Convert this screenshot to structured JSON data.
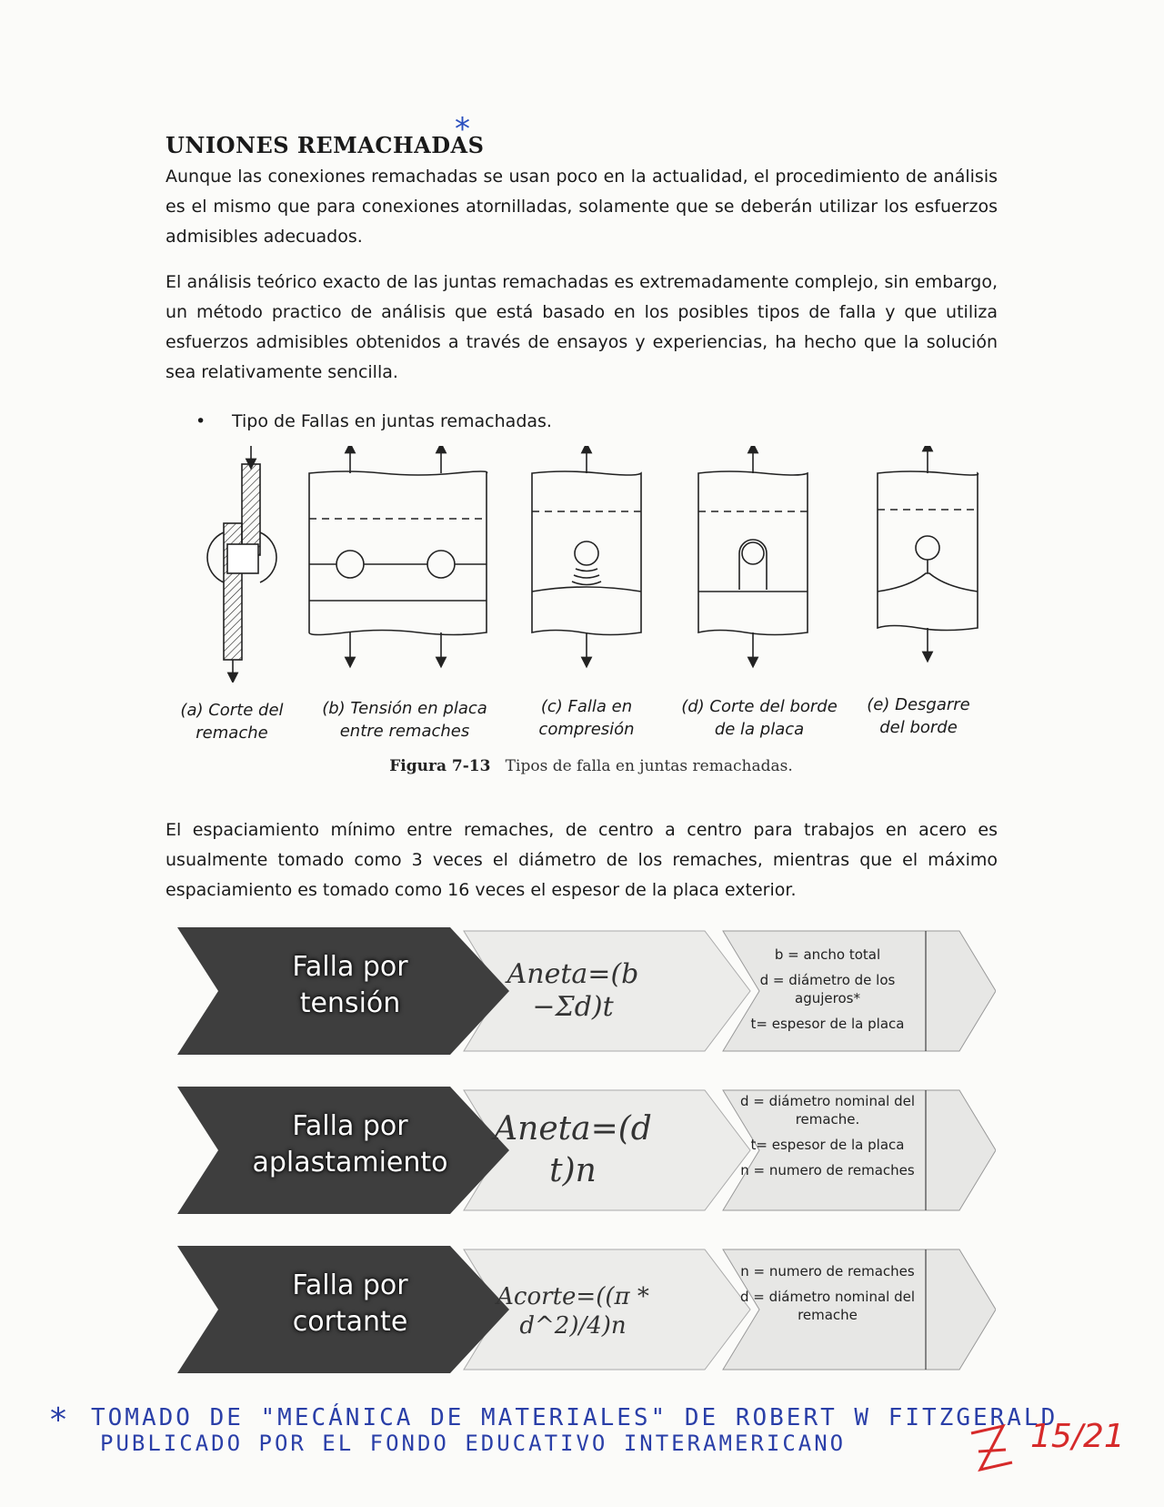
{
  "heading": {
    "title": "UNIONES REMACHADAS",
    "mark": "*"
  },
  "paragraphs": [
    "Aunque las conexiones remachadas se usan poco en la actualidad, el procedimiento de análisis es el mismo que para conexiones atornilladas, solamente que se deberán utilizar los esfuerzos admisibles adecuados.",
    "El análisis teórico exacto de las juntas remachadas es extremadamente complejo, sin embargo, un método practico de análisis que está basado en los posibles tipos de falla y que utiliza esfuerzos admisibles obtenidos a través de ensayos y experiencias, ha hecho que la solución sea relativamente sencilla.",
    "El espaciamiento mínimo entre remaches, de centro a centro para trabajos en acero es usualmente tomado como 3 veces el diámetro de los remaches, mientras que el máximo espaciamiento es tomado como 16 veces el espesor de la placa exterior."
  ],
  "bullet": {
    "symbol": "•",
    "text": "Tipo de Fallas en juntas remachadas."
  },
  "figure": {
    "captions": [
      {
        "line1": "(a) Corte del",
        "line2": "remache"
      },
      {
        "line1": "(b) Tensión en placa",
        "line2": "entre remaches"
      },
      {
        "line1": "(c) Falla en",
        "line2": "compresión"
      },
      {
        "line1": "(d) Corte del borde",
        "line2": "de la placa"
      },
      {
        "line1": "(e) Desgarre",
        "line2": "del borde"
      }
    ],
    "label": "Figura 7-13",
    "caption": "Tipos de falla en juntas remachadas."
  },
  "failures": [
    {
      "label_line1": "Falla por",
      "label_line2": "tensión",
      "formula_line1": "Aneta=(b",
      "formula_line2": "−Σd)t",
      "defs": [
        "b = ancho total",
        "d = diámetro de los agujeros*",
        "t= espesor de la placa"
      ]
    },
    {
      "label_line1": "Falla por",
      "label_line2": "aplastamiento",
      "formula_line1": "Aneta=(d",
      "formula_line2": "t)n",
      "defs": [
        "d = diámetro nominal del remache.",
        "t= espesor de la placa",
        "n = numero de remaches"
      ]
    },
    {
      "label_line1": "Falla por",
      "label_line2": "cortante",
      "formula_line1": "Acorte=((π *",
      "formula_line2": "d^2)/4)n",
      "defs": [
        "n = numero de remaches",
        "d = diámetro nominal del remache"
      ]
    }
  ],
  "handwritten": {
    "mark": "*",
    "line1": "TOMADO DE \"MECÁNICA DE MATERIALES\" DE ROBERT W FITZGERALD",
    "line2": "PUBLICADO POR EL FONDO EDUCATIVO INTERAMERICANO",
    "page": "15/21"
  },
  "colors": {
    "ink_blue": "#2a3fa8",
    "ink_red": "#d62a2a"
  }
}
